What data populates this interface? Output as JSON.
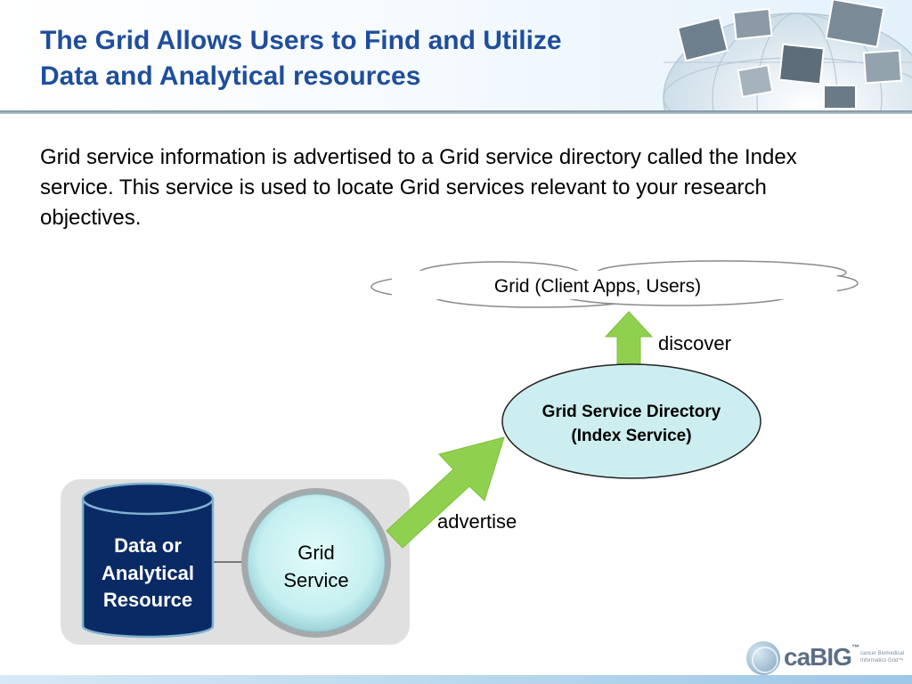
{
  "slide": {
    "title_line1": "The Grid Allows Users to Find and Utilize",
    "title_line2": "Data and Analytical resources",
    "body_text": "Grid service information is advertised to a Grid service directory called the Index service. This service is used to locate Grid services relevant to your research objectives."
  },
  "diagram": {
    "cloud_label": "Grid (Client Apps, Users)",
    "discover_label": "discover",
    "directory_line1": "Grid Service Directory",
    "directory_line2": "(Index Service)",
    "advertise_label": "advertise",
    "resource_line1": "Data or",
    "resource_line2": "Analytical",
    "resource_line3": "Resource",
    "service_line1": "Grid",
    "service_line2": "Service"
  },
  "logo": {
    "wordmark": "caBIG",
    "trademark": "™",
    "tagline": "cancer Biomedical Informatics Grid™"
  },
  "colors": {
    "title": "#1f4e9b",
    "arrow_green": "#8fd14f",
    "directory_fill": "#cdeef0",
    "resource_fill": "#0a2a66",
    "service_fill": "#c6eff0",
    "panel_gray": "#e0e0e0"
  }
}
